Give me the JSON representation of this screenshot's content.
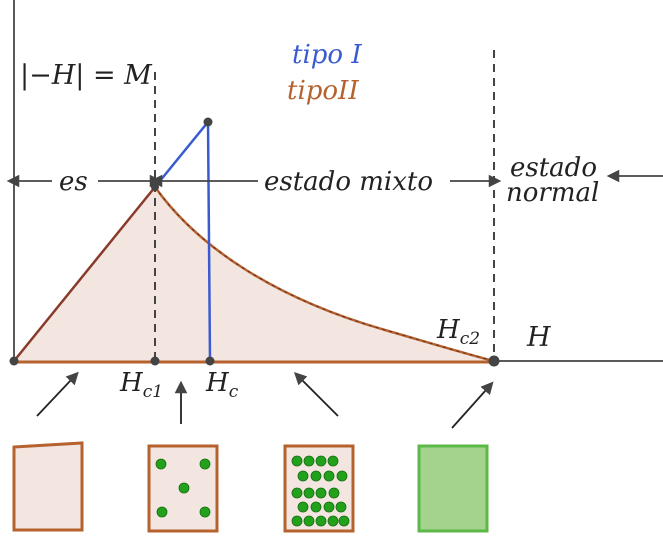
{
  "labels": {
    "axis_y": "|−H| = M",
    "type_one": "tipo I",
    "type_two": "tipoII",
    "region_es": "es",
    "region_mixed": "estado mixto",
    "region_normal_line1": "estado",
    "region_normal_line2": "normal",
    "axis_x": "H",
    "hc1_base": "H",
    "hc1_sub": "c1",
    "hc_base": "H",
    "hc_sub": "c",
    "hc2_base": "H",
    "hc2_sub": "c2"
  },
  "colors": {
    "type_one": "#3a5bd0",
    "type_two": "#b5622f",
    "fill_region": "#f3e6e1",
    "green_dot": "#22a11b",
    "green_box_fill": "#a3d38c",
    "green_box_stroke": "#5cb847",
    "box_stroke": "#b5622f",
    "axis": "#222222"
  },
  "diagram": {
    "state_boxes": [
      {
        "name": "meissner-state",
        "dots": 0
      },
      {
        "name": "few-vortices-state",
        "dots": 5
      },
      {
        "name": "many-vortices-state",
        "dots": 21
      },
      {
        "name": "normal-state",
        "dots": 0
      }
    ]
  }
}
